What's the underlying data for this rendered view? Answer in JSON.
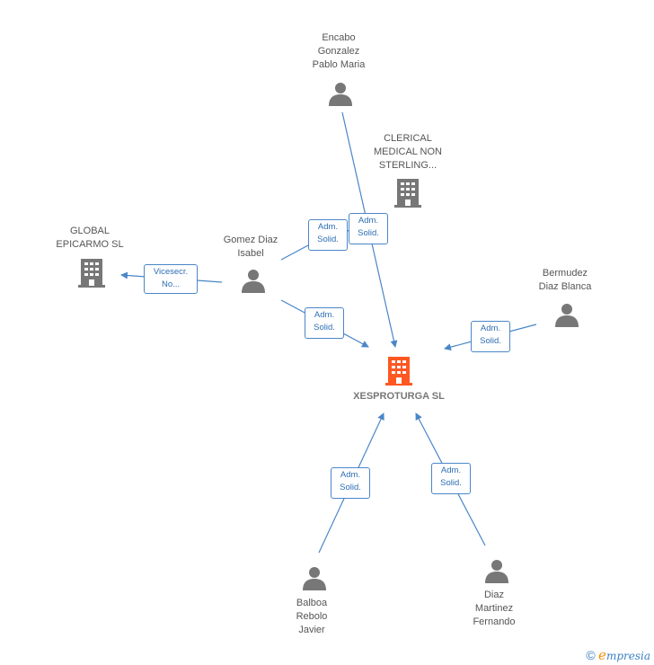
{
  "center": {
    "name": "XESPROTURGA SL",
    "color": "#ff5722"
  },
  "nodes": {
    "encabo": {
      "label": "Encabo\nGonzalez\nPablo Maria",
      "type": "person"
    },
    "clerical": {
      "label": "CLERICAL\nMEDICAL NON\nSTERLING...",
      "type": "company"
    },
    "global": {
      "label": "GLOBAL\nEPICARMO SL",
      "type": "company"
    },
    "gomez": {
      "label": "Gomez Diaz\nIsabel",
      "type": "person"
    },
    "bermudez": {
      "label": "Bermudez\nDiaz Blanca",
      "type": "person"
    },
    "balboa": {
      "label": "Balboa\nRebolo\nJavier",
      "type": "person"
    },
    "diaz": {
      "label": "Diaz\nMartinez\nFernando",
      "type": "person"
    }
  },
  "edges": {
    "encabo_to_center": "Adm.\nSolid.",
    "gomez_to_clerical": "Adm.\nSolid.",
    "gomez_to_global": "Vicesecr.\nNo...",
    "gomez_to_center": "Adm.\nSolid.",
    "bermudez_to_center": "Adm.\nSolid.",
    "balboa_to_center": "Adm.\nSolid.",
    "diaz_to_center": "Adm.\nSolid."
  },
  "footer": {
    "copyright": "©",
    "brand_first": "e",
    "brand_rest": "mpresia"
  },
  "colors": {
    "edge": "#4a86c8",
    "icon": "#777777"
  }
}
